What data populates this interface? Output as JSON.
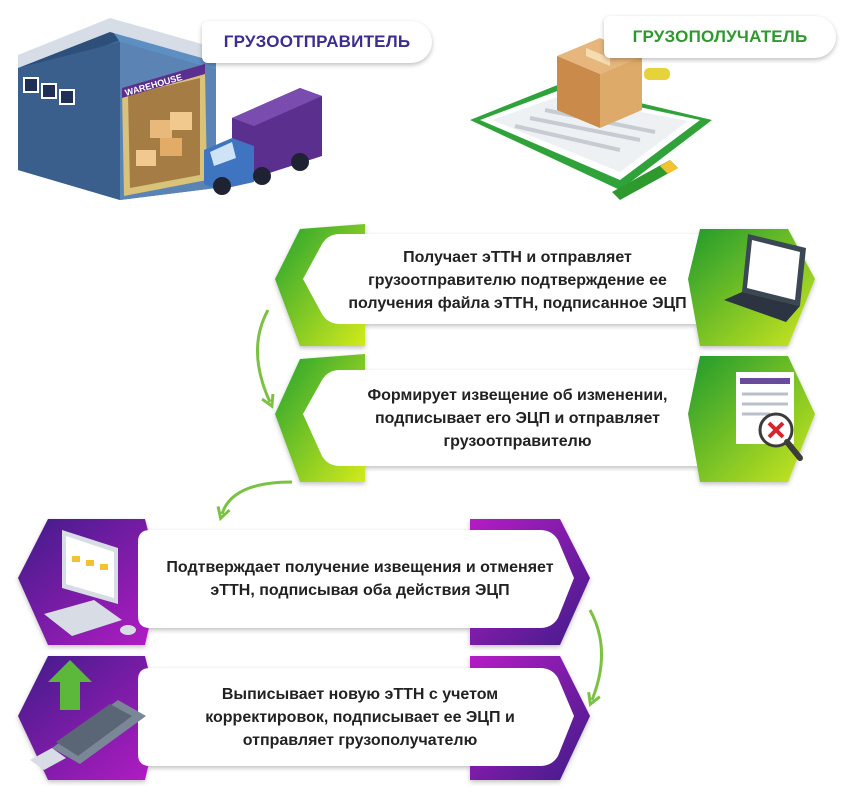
{
  "sender": {
    "label": "ГРУЗООТПРАВИТЕЛЬ",
    "building_sign": "WAREHOUSE",
    "color": "#3d2d8f"
  },
  "receiver": {
    "label": "ГРУЗОПОЛУЧАТЕЛЬ",
    "color": "#2e9a2e"
  },
  "steps": [
    {
      "text": "Получает эТТН и отправляет грузоотправителю подтверждение ее получения файла эТТН, подписанное ЭЦП",
      "icon": "laptop-icon",
      "party": "receiver"
    },
    {
      "text": "Формирует извещение об изменении, подписывает его ЭЦП и отправляет грузоотправителю",
      "icon": "document-reject-icon",
      "party": "receiver"
    },
    {
      "text": "Подтверждает получение извещения и отменяет эТТН, подписывая оба действия ЭЦП",
      "icon": "desktop-computer-icon",
      "party": "sender"
    },
    {
      "text": "Выписывает новую эТТН с учетом корректировок, подписывает ее ЭЦП и отправляет грузополучателю",
      "icon": "usb-token-icon",
      "party": "sender"
    }
  ],
  "colors": {
    "green_dark": "#2ea82e",
    "green_light": "#c8e81e",
    "purple_dark": "#4a1f8c",
    "purple_light": "#b21cc4",
    "arrow": "#7cc242"
  }
}
